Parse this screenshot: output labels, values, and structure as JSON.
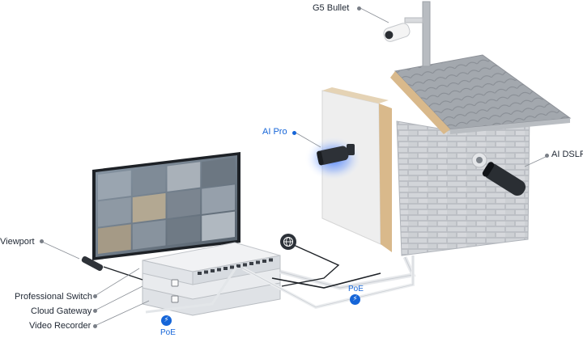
{
  "labels": {
    "g5_bullet": "G5 Bullet",
    "ai_pro": "AI Pro",
    "ai_dslr": "AI DSLR",
    "viewport": "Viewport",
    "professional_switch": "Professional Switch",
    "cloud_gateway": "Cloud Gateway",
    "video_recorder": "Video Recorder",
    "poe_left": "PoE",
    "poe_right": "PoE"
  },
  "icons": {
    "globe": "globe-icon",
    "poe": "lightning-bolt-icon"
  },
  "colors": {
    "accent": "#1565d8",
    "glow": "#3a7bff",
    "text": "#1f2733",
    "leader": "#8a8f96",
    "brick": "#c9ccd1",
    "roof": "#9ca1a8",
    "wood": "#d9b98b"
  }
}
